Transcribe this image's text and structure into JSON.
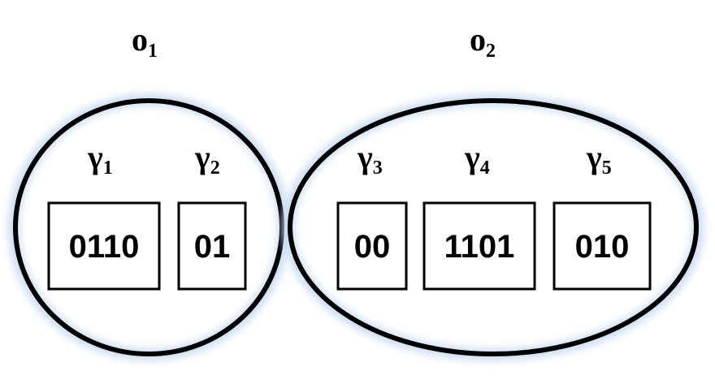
{
  "groups": [
    {
      "id": "o1",
      "label": {
        "base": "o",
        "sub": "1"
      },
      "members": [
        0,
        1
      ]
    },
    {
      "id": "o2",
      "label": {
        "base": "o",
        "sub": "2"
      },
      "members": [
        2,
        3,
        4
      ]
    }
  ],
  "cells": [
    {
      "label": {
        "base": "γ",
        "sub": "1"
      },
      "bits": "0110"
    },
    {
      "label": {
        "base": "γ",
        "sub": "2"
      },
      "bits": "01"
    },
    {
      "label": {
        "base": "γ",
        "sub": "3"
      },
      "bits": "00"
    },
    {
      "label": {
        "base": "γ",
        "sub": "4"
      },
      "bits": "1101"
    },
    {
      "label": {
        "base": "γ",
        "sub": "5"
      },
      "bits": "010"
    }
  ],
  "colors": {
    "stroke": "#000000",
    "glow": "#c9dcf0",
    "background": "#ffffff"
  }
}
